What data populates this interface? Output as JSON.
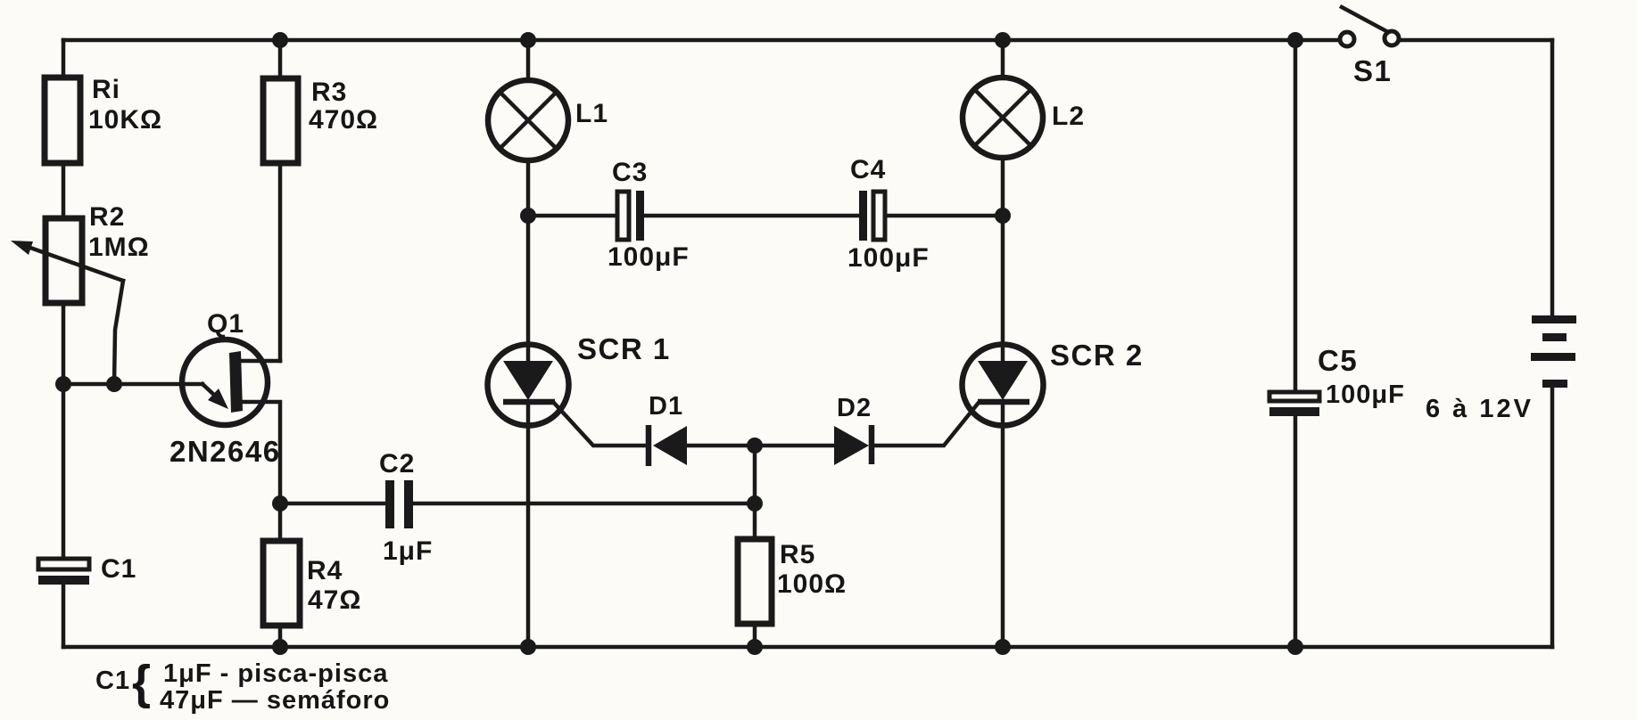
{
  "background": "#fcfbf7",
  "ink": "#1a1a1a",
  "components": {
    "r1": {
      "label": "Ri",
      "value": "10KΩ"
    },
    "r2": {
      "label": "R2",
      "value": "1MΩ"
    },
    "r3": {
      "label": "R3",
      "value": "470Ω"
    },
    "r4": {
      "label": "R4",
      "value": "47Ω"
    },
    "r5": {
      "label": "R5",
      "value": "100Ω"
    },
    "c1": {
      "label": "C1"
    },
    "c2": {
      "label": "C2",
      "value": "1μF"
    },
    "c3": {
      "label": "C3",
      "value": "100μF"
    },
    "c4": {
      "label": "C4",
      "value": "100μF"
    },
    "c5": {
      "label": "C5",
      "value": "100μF"
    },
    "q1": {
      "label": "Q1",
      "value": "2N2646"
    },
    "l1": {
      "label": "L1"
    },
    "l2": {
      "label": "L2"
    },
    "scr1": {
      "label": "SCR 1"
    },
    "scr2": {
      "label": "SCR 2"
    },
    "d1": {
      "label": "D1"
    },
    "d2": {
      "label": "D2"
    },
    "s1": {
      "label": "S1"
    },
    "battery": {
      "label": "6 à 12V"
    }
  },
  "note": {
    "ref": "C1",
    "brace": "{",
    "option1": "1μF - pisca-pisca",
    "option2": "47μF — semáforo"
  }
}
